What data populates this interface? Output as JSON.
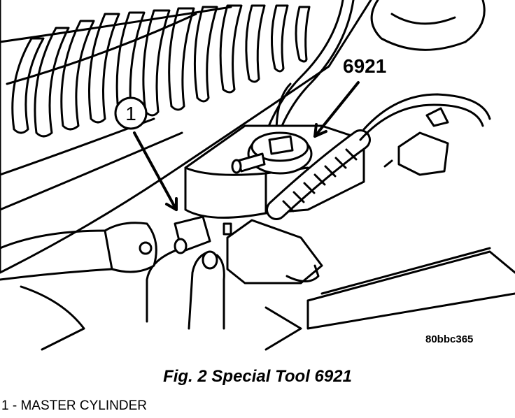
{
  "figure": {
    "callouts": [
      {
        "id": "callout-1",
        "label": "1"
      },
      {
        "id": "callout-6921",
        "label": "6921"
      }
    ],
    "image_code": "80bbc365"
  },
  "caption": "Fig. 2 Special Tool 6921",
  "legend": [
    {
      "text": "1 - MASTER CYLINDER"
    }
  ]
}
